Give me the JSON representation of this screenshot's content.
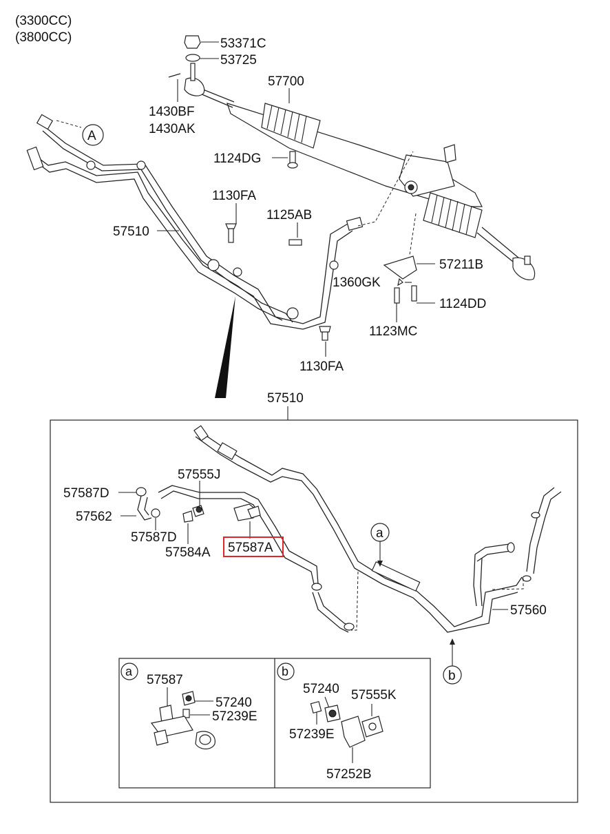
{
  "engine_variants": [
    "(3300CC)",
    "(3800CC)"
  ],
  "top_labels": {
    "p53371C": "53371C",
    "p53725": "53725",
    "p1430BF": "1430BF",
    "p1430AK": "1430AK",
    "p57700": "57700",
    "p1124DG": "1124DG",
    "p1130FA_upper": "1130FA",
    "p1125AB": "1125AB",
    "p57510_upper": "57510",
    "p57211B": "57211B",
    "p1360GK": "1360GK",
    "p1124DD": "1124DD",
    "p1123MC": "1123MC",
    "p1130FA_lower": "1130FA",
    "callout_A": "A"
  },
  "detail_title": "57510",
  "detail_labels": {
    "p57587D_top": "57587D",
    "p57562": "57562",
    "p57555J": "57555J",
    "p57587D_bottom": "57587D",
    "p57584A": "57584A",
    "p57587A": "57587A",
    "p57560": "57560",
    "callout_a": "a",
    "callout_b": "b"
  },
  "inset_a": {
    "tag": "a",
    "p57587": "57587",
    "p57240": "57240",
    "p57239E": "57239E"
  },
  "inset_b": {
    "tag": "b",
    "p57240": "57240",
    "p57555K": "57555K",
    "p57239E": "57239E",
    "p57252B": "57252B"
  },
  "highlight_color": "#e0242a"
}
